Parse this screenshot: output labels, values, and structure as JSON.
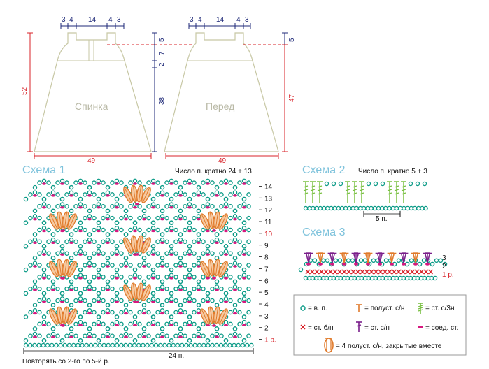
{
  "pattern": {
    "back": {
      "label": "Спинка",
      "top_dims": [
        "3",
        "4",
        "14",
        "4",
        "3"
      ],
      "length": "52",
      "bottom_width": "49",
      "side_dims": [
        "5",
        "7",
        "2",
        "38"
      ]
    },
    "front": {
      "label": "Перед",
      "top_dims": [
        "3",
        "4",
        "14",
        "4",
        "3"
      ],
      "upper_dim": "5",
      "length": "47",
      "bottom_width": "49"
    }
  },
  "scheme1": {
    "title": "Схема 1",
    "multiple_note": "Число п. кратно 24 + 13",
    "rows": [
      "14",
      "13",
      "12",
      "11",
      "10",
      "9",
      "8",
      "7",
      "6",
      "5",
      "4",
      "3",
      "2",
      "1 р."
    ],
    "width_label": "24 п.",
    "repeat_note": "Повторять со 2-го по 5-й р."
  },
  "scheme2": {
    "title": "Схема 2",
    "multiple_note": "Число п. кратно 5 + 3",
    "width_label": "5 п."
  },
  "scheme3": {
    "title": "Схема 3",
    "rows": [
      "3",
      "2",
      "1 р."
    ]
  },
  "legend": {
    "items": [
      {
        "symbol": "chain",
        "label": "= в. п."
      },
      {
        "symbol": "hdc",
        "label": "= полуст. с/н"
      },
      {
        "symbol": "tr3",
        "label": "= ст. с/3н"
      },
      {
        "symbol": "sc",
        "label": "= ст. б/н"
      },
      {
        "symbol": "dc",
        "label": "= ст. с/н"
      },
      {
        "symbol": "slip",
        "label": "= соед. ст."
      },
      {
        "symbol": "puff",
        "label": "= 4 полуст. с/н, закрытые вместе"
      }
    ]
  },
  "colors": {
    "chain": "#0a9a86",
    "hdc": "#e07a2a",
    "sc": "#d8232a",
    "dc": "#7a1e8a",
    "tr3": "#7ac043",
    "slip": "#d6187f",
    "dims": "#1f2a78",
    "outline": "#c7c7a4",
    "title": "#7fc3dc"
  }
}
